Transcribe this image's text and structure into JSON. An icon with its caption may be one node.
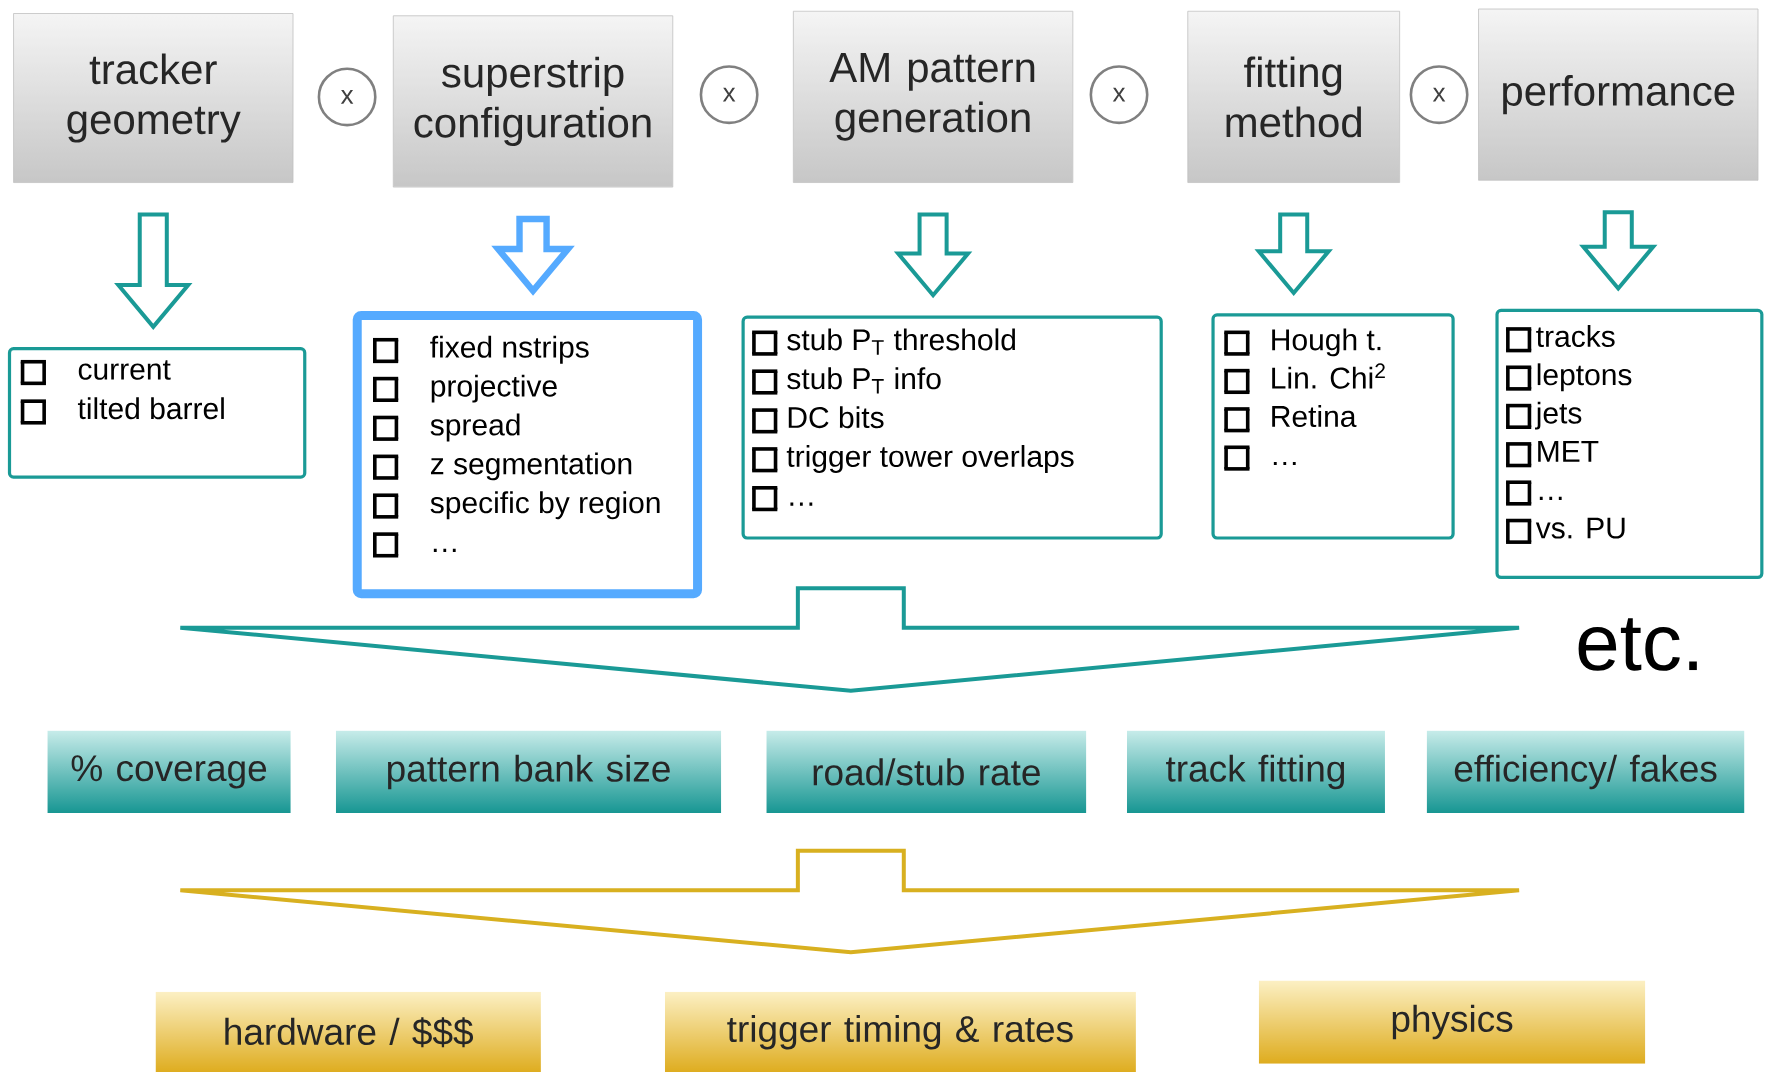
{
  "diagram": {
    "nodes": [
      {
        "text": [
          "tracker geometry"
        ]
      },
      {
        "text": [
          "x"
        ]
      },
      {
        "text": [
          "superstrip configuration"
        ]
      },
      {
        "text": [
          "x"
        ]
      },
      {
        "text": [
          "AM pattern generation"
        ]
      },
      {
        "text": [
          "x"
        ]
      },
      {
        "text": [
          "fitting method"
        ]
      },
      {
        "text": [
          "x"
        ]
      },
      {
        "text": [
          "performance"
        ]
      },
      {
        "text": [
          "current",
          "tilted barrel"
        ]
      },
      {
        "text": [
          "fixed nstrips",
          "projective",
          "spread",
          "z segmentation",
          "specific by region",
          "…"
        ]
      },
      {
        "text": [
          "stub P$_{T}$ threshold",
          "stub P$_{T}$ info",
          "DC bits",
          "trigger tower overlaps",
          "…"
        ]
      },
      {
        "text": [
          "Hough t.",
          "Lin. Chi$^{2}$",
          "Retina",
          "…"
        ]
      },
      {
        "text": [
          "tracks",
          "leptons",
          "jets",
          "MET",
          "…",
          "vs. PU"
        ]
      },
      {
        "text": [
          "% coverage"
        ]
      },
      {
        "text": [
          "pattern bank size"
        ]
      },
      {
        "text": [
          "road/stub rate"
        ]
      },
      {
        "text": [
          "track fitting"
        ]
      },
      {
        "text": [
          "efficiency/ fakes"
        ]
      },
      {
        "text": [
          "hardware / $$$"
        ]
      },
      {
        "text": [
          "trigger timing & rates"
        ]
      },
      {
        "text": [
          "physics"
        ]
      }
    ],
    "edges": [
      {
        "from": 0,
        "to": 9,
        "arrow": "to"
      },
      {
        "from": 2,
        "to": 10,
        "arrow": "to",
        "style": "thick",
        "color": "#55aaff"
      },
      {
        "from": 4,
        "to": 11,
        "arrow": "to"
      },
      {
        "from": 6,
        "to": 12,
        "arrow": "to"
      },
      {
        "from": 8,
        "to": 13,
        "arrow": "to"
      }
    ],
    "labels": [
      "etc."
    ]
  }
}
